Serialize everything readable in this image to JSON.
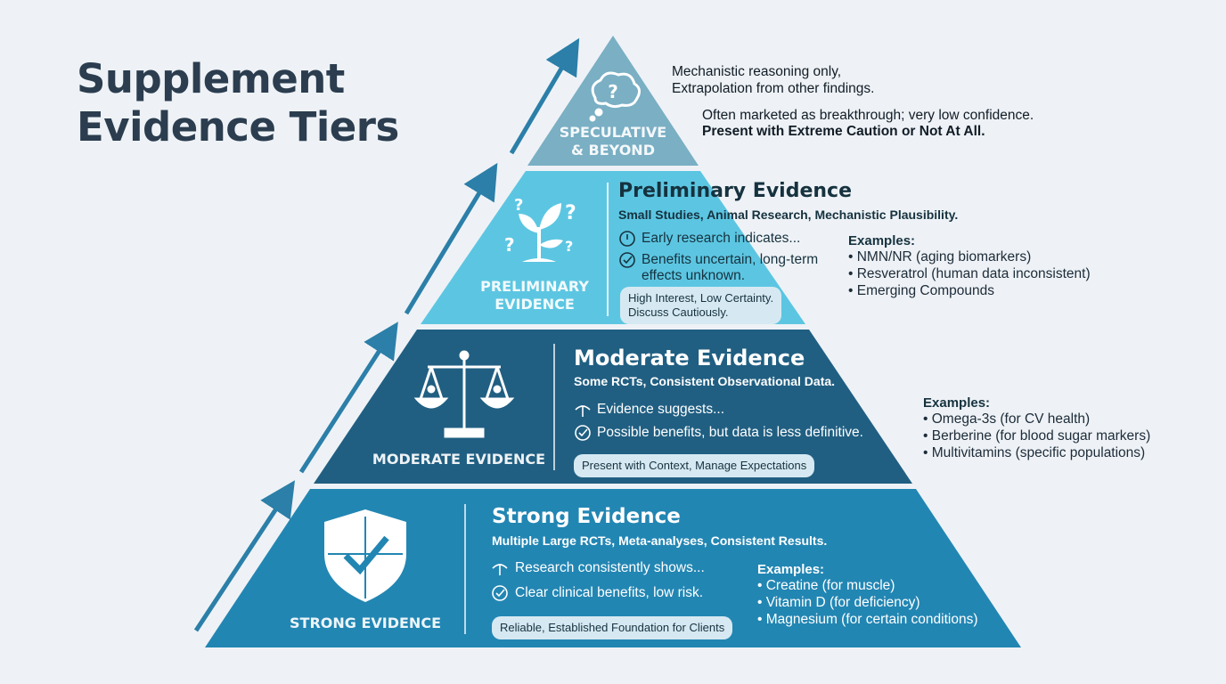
{
  "title": {
    "line1": "Supplement",
    "line2": "Evidence Tiers"
  },
  "tiers": {
    "speculative": {
      "label_line1": "SPECULATIVE",
      "label_line2": "& BEYOND",
      "icon": "thought-bubble-question-icon",
      "notes": [
        "Mechanistic reasoning only,",
        "Extrapolation from other findings.",
        "Often marketed as breakthrough; very low confidence.",
        "Present with Extreme Caution or Not At All."
      ]
    },
    "preliminary": {
      "label_line1": "PRELIMINARY",
      "label_line2": "EVIDENCE",
      "icon": "sprout-question-icon",
      "heading": "Preliminary Evidence",
      "subheading": "Small Studies, Animal Research, Mechanistic Plausibility.",
      "point1": "Early research indicates...",
      "point2_line1": "Benefits uncertain, long-term",
      "point2_line2": "effects unknown.",
      "pill_line1": "High Interest, Low Certainty.",
      "pill_line2": "Discuss Cautiously.",
      "examples_title": "Examples:",
      "examples": [
        "• NMN/NR (aging biomarkers)",
        "• Resveratrol (human data inconsistent)",
        "• Emerging Compounds"
      ]
    },
    "moderate": {
      "label": "MODERATE EVIDENCE",
      "icon": "balance-scale-icon",
      "heading": "Moderate Evidence",
      "subheading": "Some RCTs, Consistent Observational Data.",
      "point1": "Evidence suggests...",
      "point2": "Possible benefits, but data is less definitive.",
      "pill": "Present with Context, Manage Expectations",
      "examples_title": "Examples:",
      "examples": [
        "• Omega-3s (for CV health)",
        "• Berberine (for blood sugar markers)",
        "• Multivitamins (specific populations)"
      ]
    },
    "strong": {
      "label": "STRONG EVIDENCE",
      "icon": "shield-puzzle-check-icon",
      "heading": "Strong Evidence",
      "subheading": "Multiple Large RCTs, Meta-analyses, Consistent Results.",
      "point1": "Research consistently shows...",
      "point2": "Clear clinical benefits, low risk.",
      "pill": "Reliable, Established Foundation for Clients",
      "examples_title": "Examples:",
      "examples": [
        "• Creatine (for muscle)",
        "• Vitamin D (for deficiency)",
        "• Magnesium (for certain conditions)"
      ]
    }
  },
  "colors": {
    "background": "#eef2f6",
    "speculative": "#7aafc4",
    "preliminary": "#5cc6e2",
    "moderate": "#205f82",
    "strong": "#2286b3",
    "arrow": "#2b7fa8",
    "title": "#2b3d4f"
  }
}
